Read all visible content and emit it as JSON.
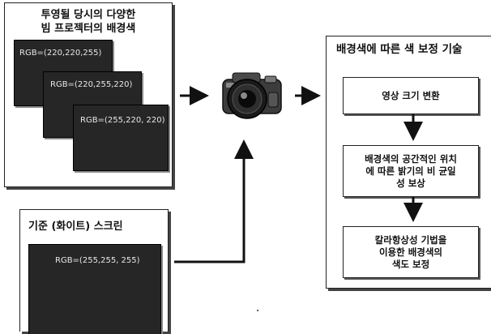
{
  "projector_panel": {
    "title_line1": "투영될 당시의 다양한",
    "title_line2": "빔 프로젝터의 배경색",
    "samples": [
      {
        "label": "RGB=(220,220,255)"
      },
      {
        "label": "RGB=(220,255,220)"
      },
      {
        "label": "RGB=(255,220, 220)"
      }
    ]
  },
  "reference_panel": {
    "title": "기준 (화이트) 스크린",
    "sample_label": "RGB=(255,255, 255)"
  },
  "correction_panel": {
    "title": "배경색에 따른 색 보정 기술",
    "steps": [
      {
        "lines": [
          "영상 크기 변환"
        ]
      },
      {
        "lines": [
          "배경색의 공간적인 위치",
          "에 따른 밝기의 비 균일",
          "성 보상"
        ]
      },
      {
        "lines": [
          "칼라항상성 기법을",
          "이용한 배경색의",
          "색도 보정"
        ]
      }
    ]
  },
  "colors": {
    "frame_border": "#222222",
    "screen_fill": "#262626",
    "arrow": "#111111"
  },
  "icons": [
    "camera-icon"
  ]
}
